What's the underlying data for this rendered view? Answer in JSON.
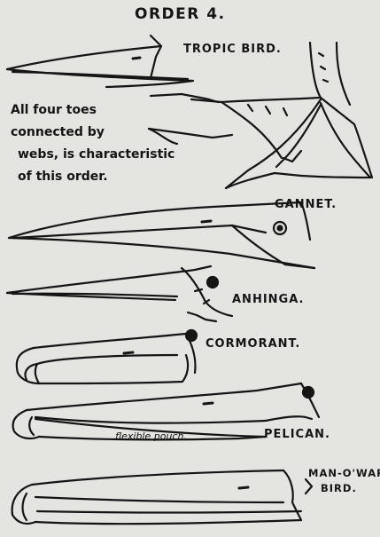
{
  "title": "ORDER 4.",
  "note_lines": [
    "All four toes",
    "connected by",
    "webs, is characteristic",
    "of this order."
  ],
  "birds": {
    "tropic_bird": "TROPIC BIRD.",
    "gannet": "GANNET.",
    "anhinga": "ANHINGA.",
    "cormorant": "CORMORANT.",
    "pelican": "PELICAN.",
    "pelican_pouch": "flexible pouch.",
    "man_o_war_line1": "MAN-O'WAR",
    "man_o_war_line2": "BIRD."
  },
  "colors": {
    "paper": "#e4e4e0",
    "ink": "#151515"
  }
}
